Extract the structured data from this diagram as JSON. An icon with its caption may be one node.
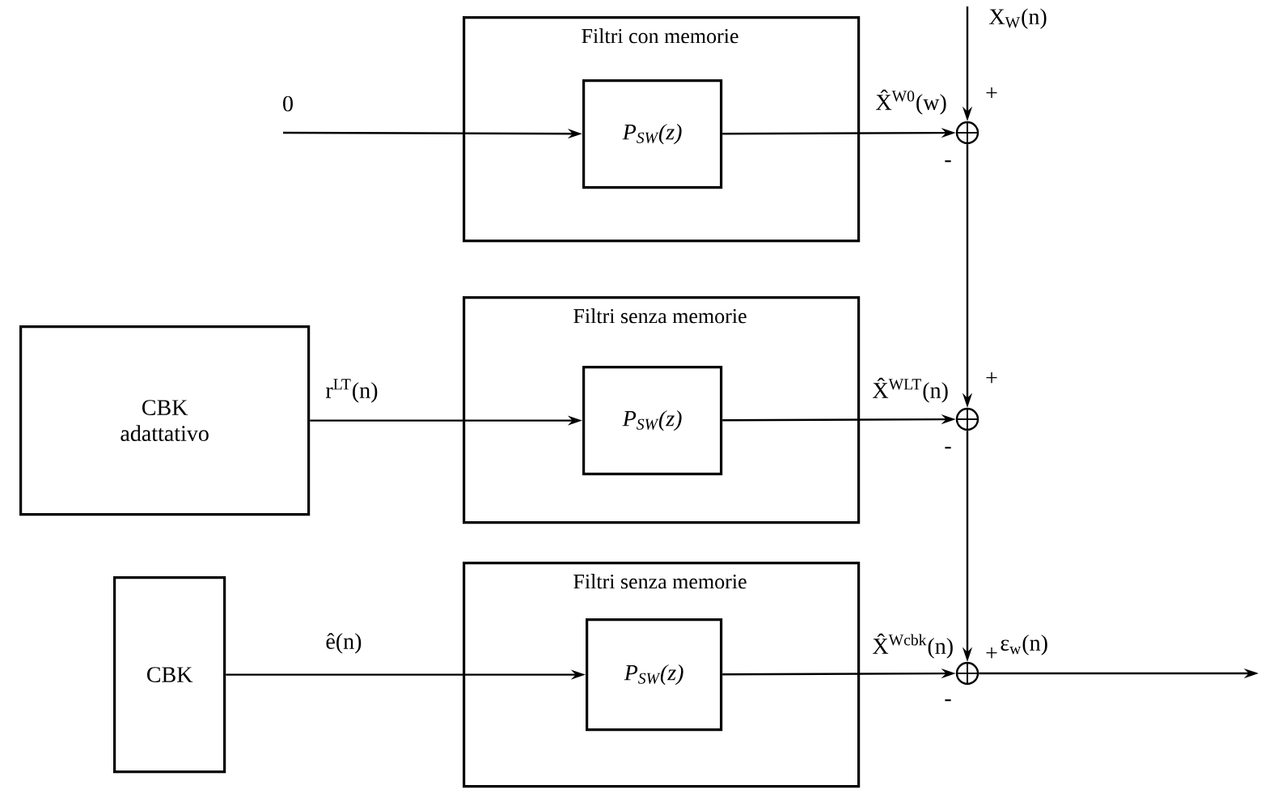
{
  "diagram": {
    "nodes": [
      {
        "text": [
          "Filtri con memorie"
        ]
      },
      {
        "text": [
          "P$_{SW}$(z)"
        ],
        "in": 0
      },
      {
        "text": [
          "Filtri senza memorie"
        ]
      },
      {
        "text": [
          "P$_{SW}$(z)"
        ],
        "in": 2
      },
      {
        "text": [
          "Filtri senza memorie"
        ]
      },
      {
        "text": [
          "P$_{SW}$(z)"
        ],
        "in": 4
      },
      {
        "text": [
          "CBK adattativo"
        ]
      },
      {
        "text": [
          "CBK"
        ]
      },
      {
        "text": [],
        "shape": "circle"
      },
      {
        "text": [],
        "shape": "circle"
      },
      {
        "text": [],
        "shape": "circle"
      }
    ],
    "edges": [
      {
        "from": null,
        "to": 1,
        "arrow": "to",
        "label": "0"
      },
      {
        "from": 1,
        "to": 8,
        "arrow": "to",
        "label": "X̂$^{W0}$(w)"
      },
      {
        "from": 6,
        "to": 3,
        "arrow": "to",
        "label": "r$^{LT}$(n)"
      },
      {
        "from": 3,
        "to": 9,
        "arrow": "to",
        "label": "X̂$^{WLT}$(n)"
      },
      {
        "from": 7,
        "to": 5,
        "arrow": "to",
        "label": "ê(n)"
      },
      {
        "from": 5,
        "to": 10,
        "arrow": "to",
        "label": "X̂$^{Wcbk}$(n)"
      },
      {
        "from": null,
        "to": 8,
        "arrow": "to",
        "label": "X$_{W}$(n)"
      },
      {
        "from": 8,
        "to": 9,
        "arrow": "to"
      },
      {
        "from": 9,
        "to": 10,
        "arrow": "to"
      },
      {
        "from": 10,
        "to": null,
        "arrow": "to",
        "label": "ε$_{w}$(n)"
      }
    ],
    "labels": [
      "+",
      "-",
      "+",
      "-",
      "+",
      "-"
    ]
  }
}
